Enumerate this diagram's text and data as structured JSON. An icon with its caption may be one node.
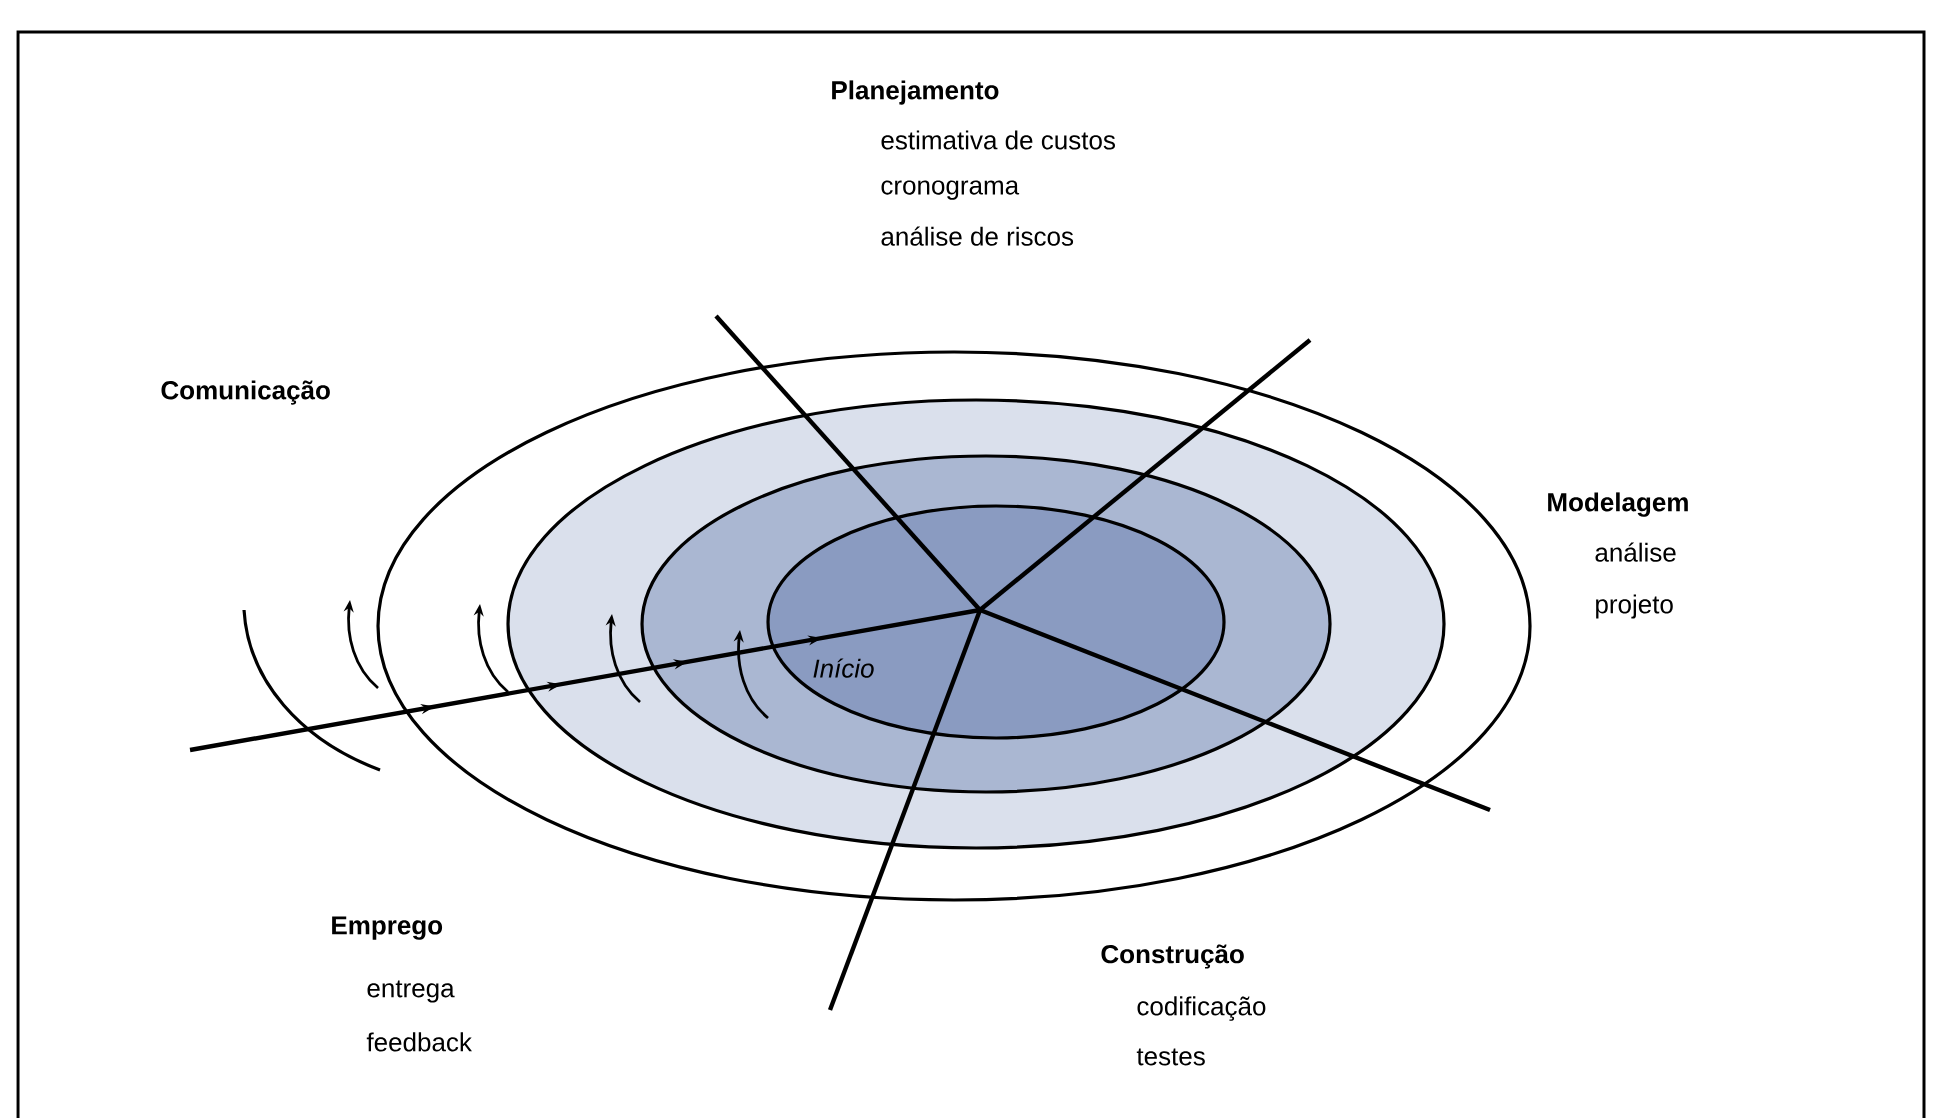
{
  "diagram": {
    "labels": [
      "Planejamento",
      "estimativa de custos",
      "cronograma",
      "análise de riscos",
      "Comunicação",
      "Modelagem",
      "análise",
      "projeto",
      "Início",
      "Emprego",
      "entrega",
      "feedback",
      "Construção",
      "codificação",
      "testes"
    ]
  }
}
